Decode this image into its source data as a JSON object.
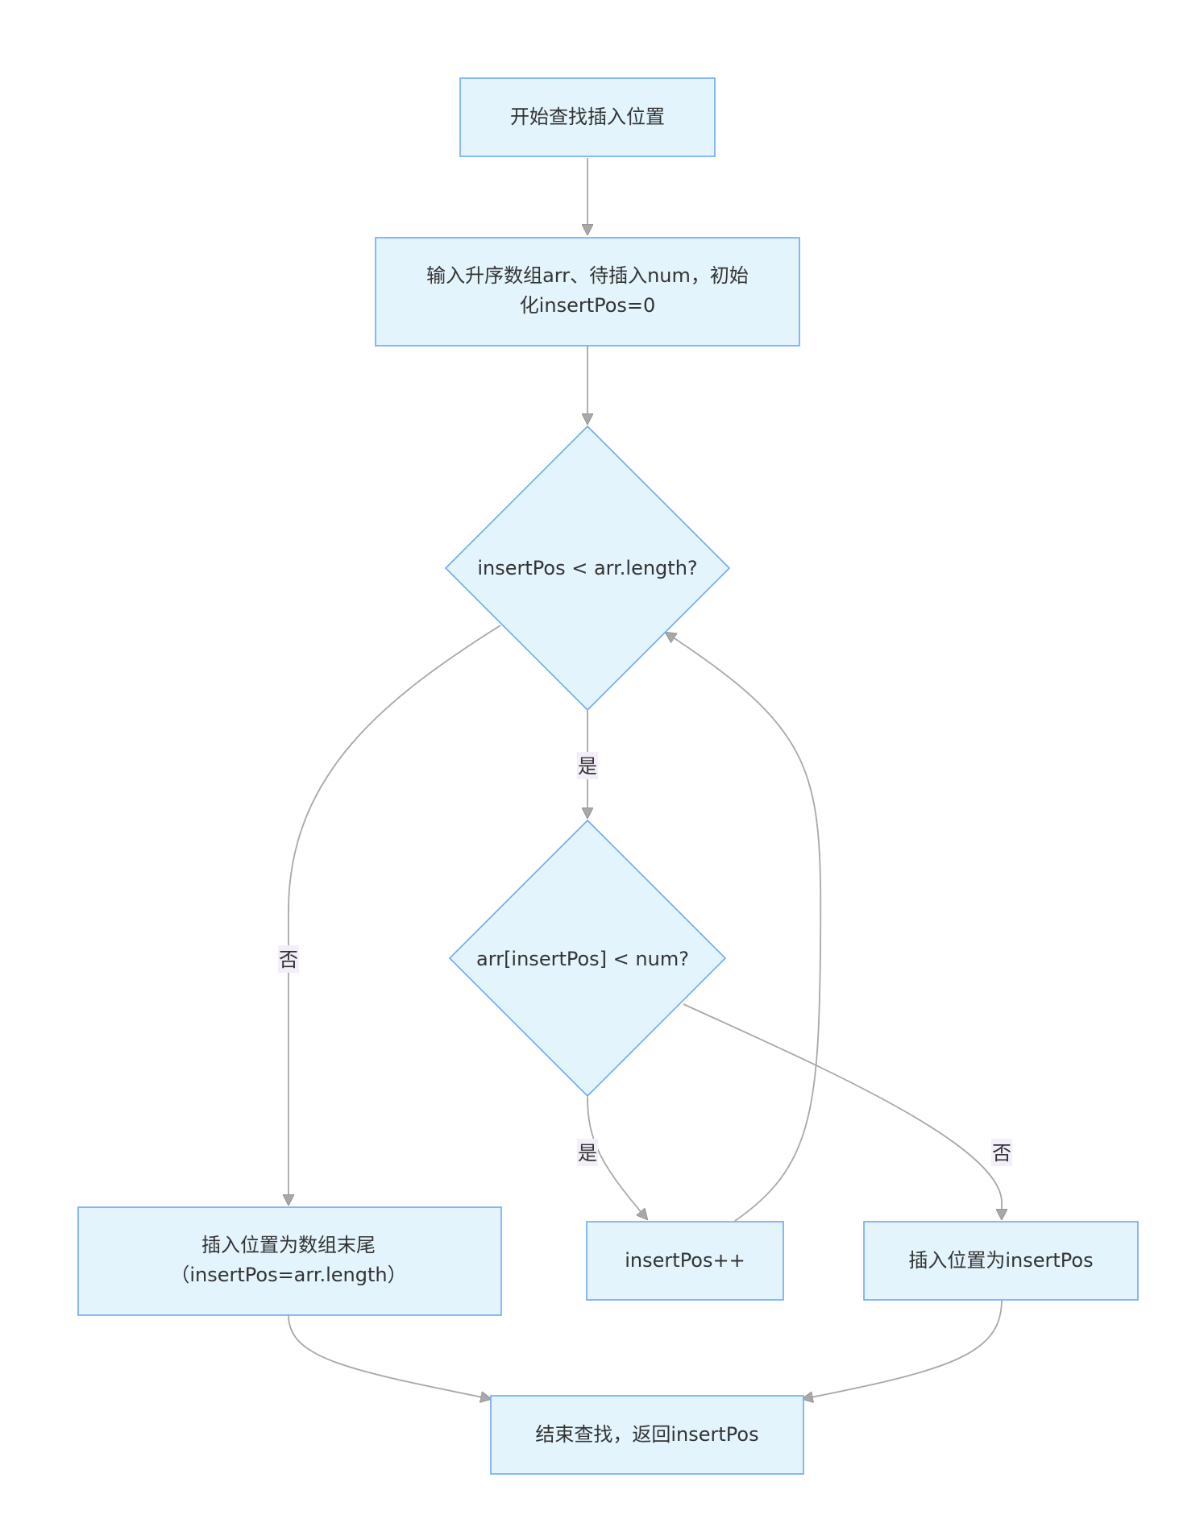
{
  "nodes": {
    "start": {
      "lines": [
        "开始查找插入位置"
      ]
    },
    "input": {
      "lines": [
        "输入升序数组arr、待插入num，初始",
        "化insertPos=0"
      ]
    },
    "cond_length": {
      "lines": [
        "insertPos < arr.length?"
      ]
    },
    "cond_compare": {
      "lines": [
        "arr[insertPos] < num?"
      ]
    },
    "insert_end": {
      "lines": [
        "插入位置为数组末尾",
        "（insertPos=arr.length）"
      ]
    },
    "increment": {
      "lines": [
        "insertPos++"
      ]
    },
    "insert_at": {
      "lines": [
        "插入位置为insertPos"
      ]
    },
    "end": {
      "lines": [
        "结束查找，返回insertPos"
      ]
    }
  },
  "edges": {
    "length_yes": {
      "label": "是"
    },
    "length_no": {
      "label": "否"
    },
    "compare_yes": {
      "label": "是"
    },
    "compare_no": {
      "label": "否"
    }
  },
  "colors": {
    "node_fill": "#e3f4fd",
    "node_stroke": "#6aa9f4",
    "edge_stroke": "#a8a8a8",
    "label_background": "#f3eefa",
    "text": "#333333"
  }
}
